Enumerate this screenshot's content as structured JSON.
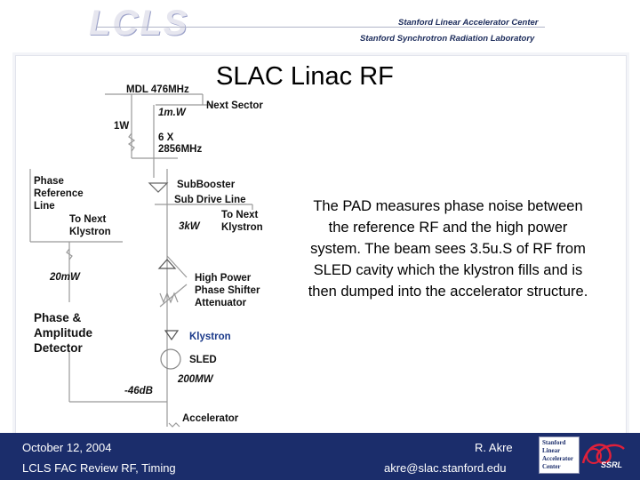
{
  "header": {
    "logo": "LCLS",
    "line1": "Stanford Linear Accelerator Center",
    "line2": "Stanford Synchrotron Radiation Laboratory"
  },
  "slide": {
    "title": "SLAC Linac RF",
    "description": "The PAD measures phase noise between the reference RF and the high power system.  The beam sees 3.5u.S of RF from SLED cavity which the klystron fills and is then dumped into the accelerator structure."
  },
  "diagram": {
    "labels": {
      "mdl": "MDL 476MHz",
      "one_mw": "1m.W",
      "next_sector": "Next Sector",
      "one_w": "1W",
      "six_x": "6 X",
      "freq_2856": "2856MHz",
      "phase_ref_1": "Phase",
      "phase_ref_2": "Reference",
      "phase_ref_3": "Line",
      "subbooster": "SubBooster",
      "sub_drive_line": "Sub Drive Line",
      "to_next_klystron_left_1": "To Next",
      "to_next_klystron_left_2": "Klystron",
      "to_next_klystron_right_1": "To Next",
      "to_next_klystron_right_2": "Klystron",
      "three_kw": "3kW",
      "twenty_mw": "20mW",
      "hpps_1": "High Power",
      "hpps_2": "Phase Shifter",
      "hpps_3": "Attenuator",
      "pad_1": "Phase &",
      "pad_2": "Amplitude",
      "pad_3": "Detector",
      "klystron": "Klystron",
      "sled": "SLED",
      "two_hundred_mw": "200MW",
      "minus_46db": "-46dB",
      "accelerator": "Accelerator"
    }
  },
  "footer": {
    "date": "October 12, 2004",
    "event": "LCLS FAC Review RF, Timing",
    "author": "R. Akre",
    "email": "akre@slac.stanford.edu",
    "slac_logo": [
      "Stanford",
      "Linear",
      "Accelerator",
      "Center"
    ],
    "ssrl_logo": "SSRL"
  }
}
